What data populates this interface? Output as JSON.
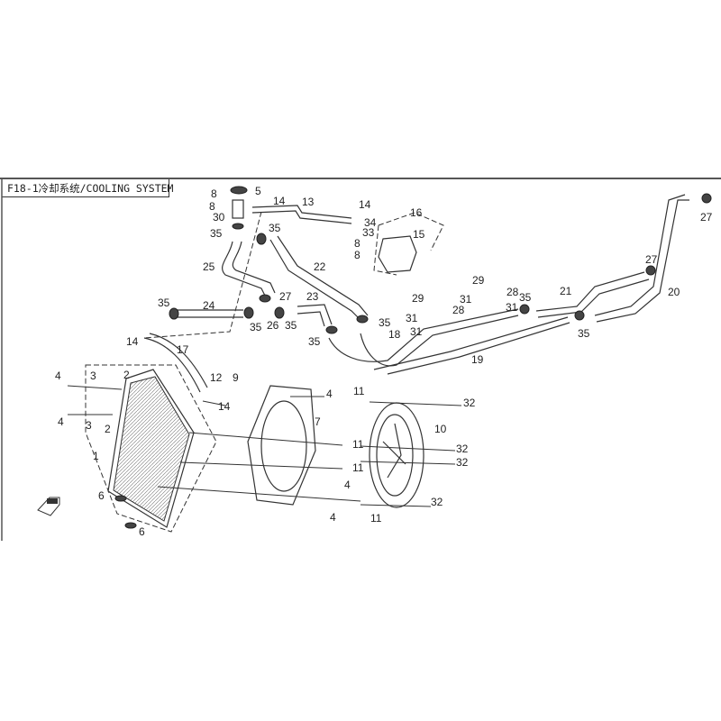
{
  "title": "F18-1冷却系统/COOLING SYSTEM",
  "callouts": [
    "5",
    "8",
    "8",
    "30",
    "35",
    "14",
    "13",
    "14",
    "16",
    "34",
    "33",
    "15",
    "8",
    "8",
    "35",
    "22",
    "25",
    "27",
    "23",
    "35",
    "24",
    "35",
    "26",
    "35",
    "35",
    "35",
    "14",
    "17",
    "29",
    "28",
    "35",
    "29",
    "31",
    "31",
    "28",
    "31",
    "31",
    "18",
    "19",
    "21",
    "27",
    "20",
    "27",
    "35",
    "4",
    "3",
    "2",
    "12",
    "9",
    "14",
    "4",
    "11",
    "32",
    "4",
    "3",
    "2",
    "7",
    "10",
    "11",
    "32",
    "11",
    "32",
    "1",
    "4",
    "6",
    "6",
    "32",
    "4",
    "11"
  ]
}
